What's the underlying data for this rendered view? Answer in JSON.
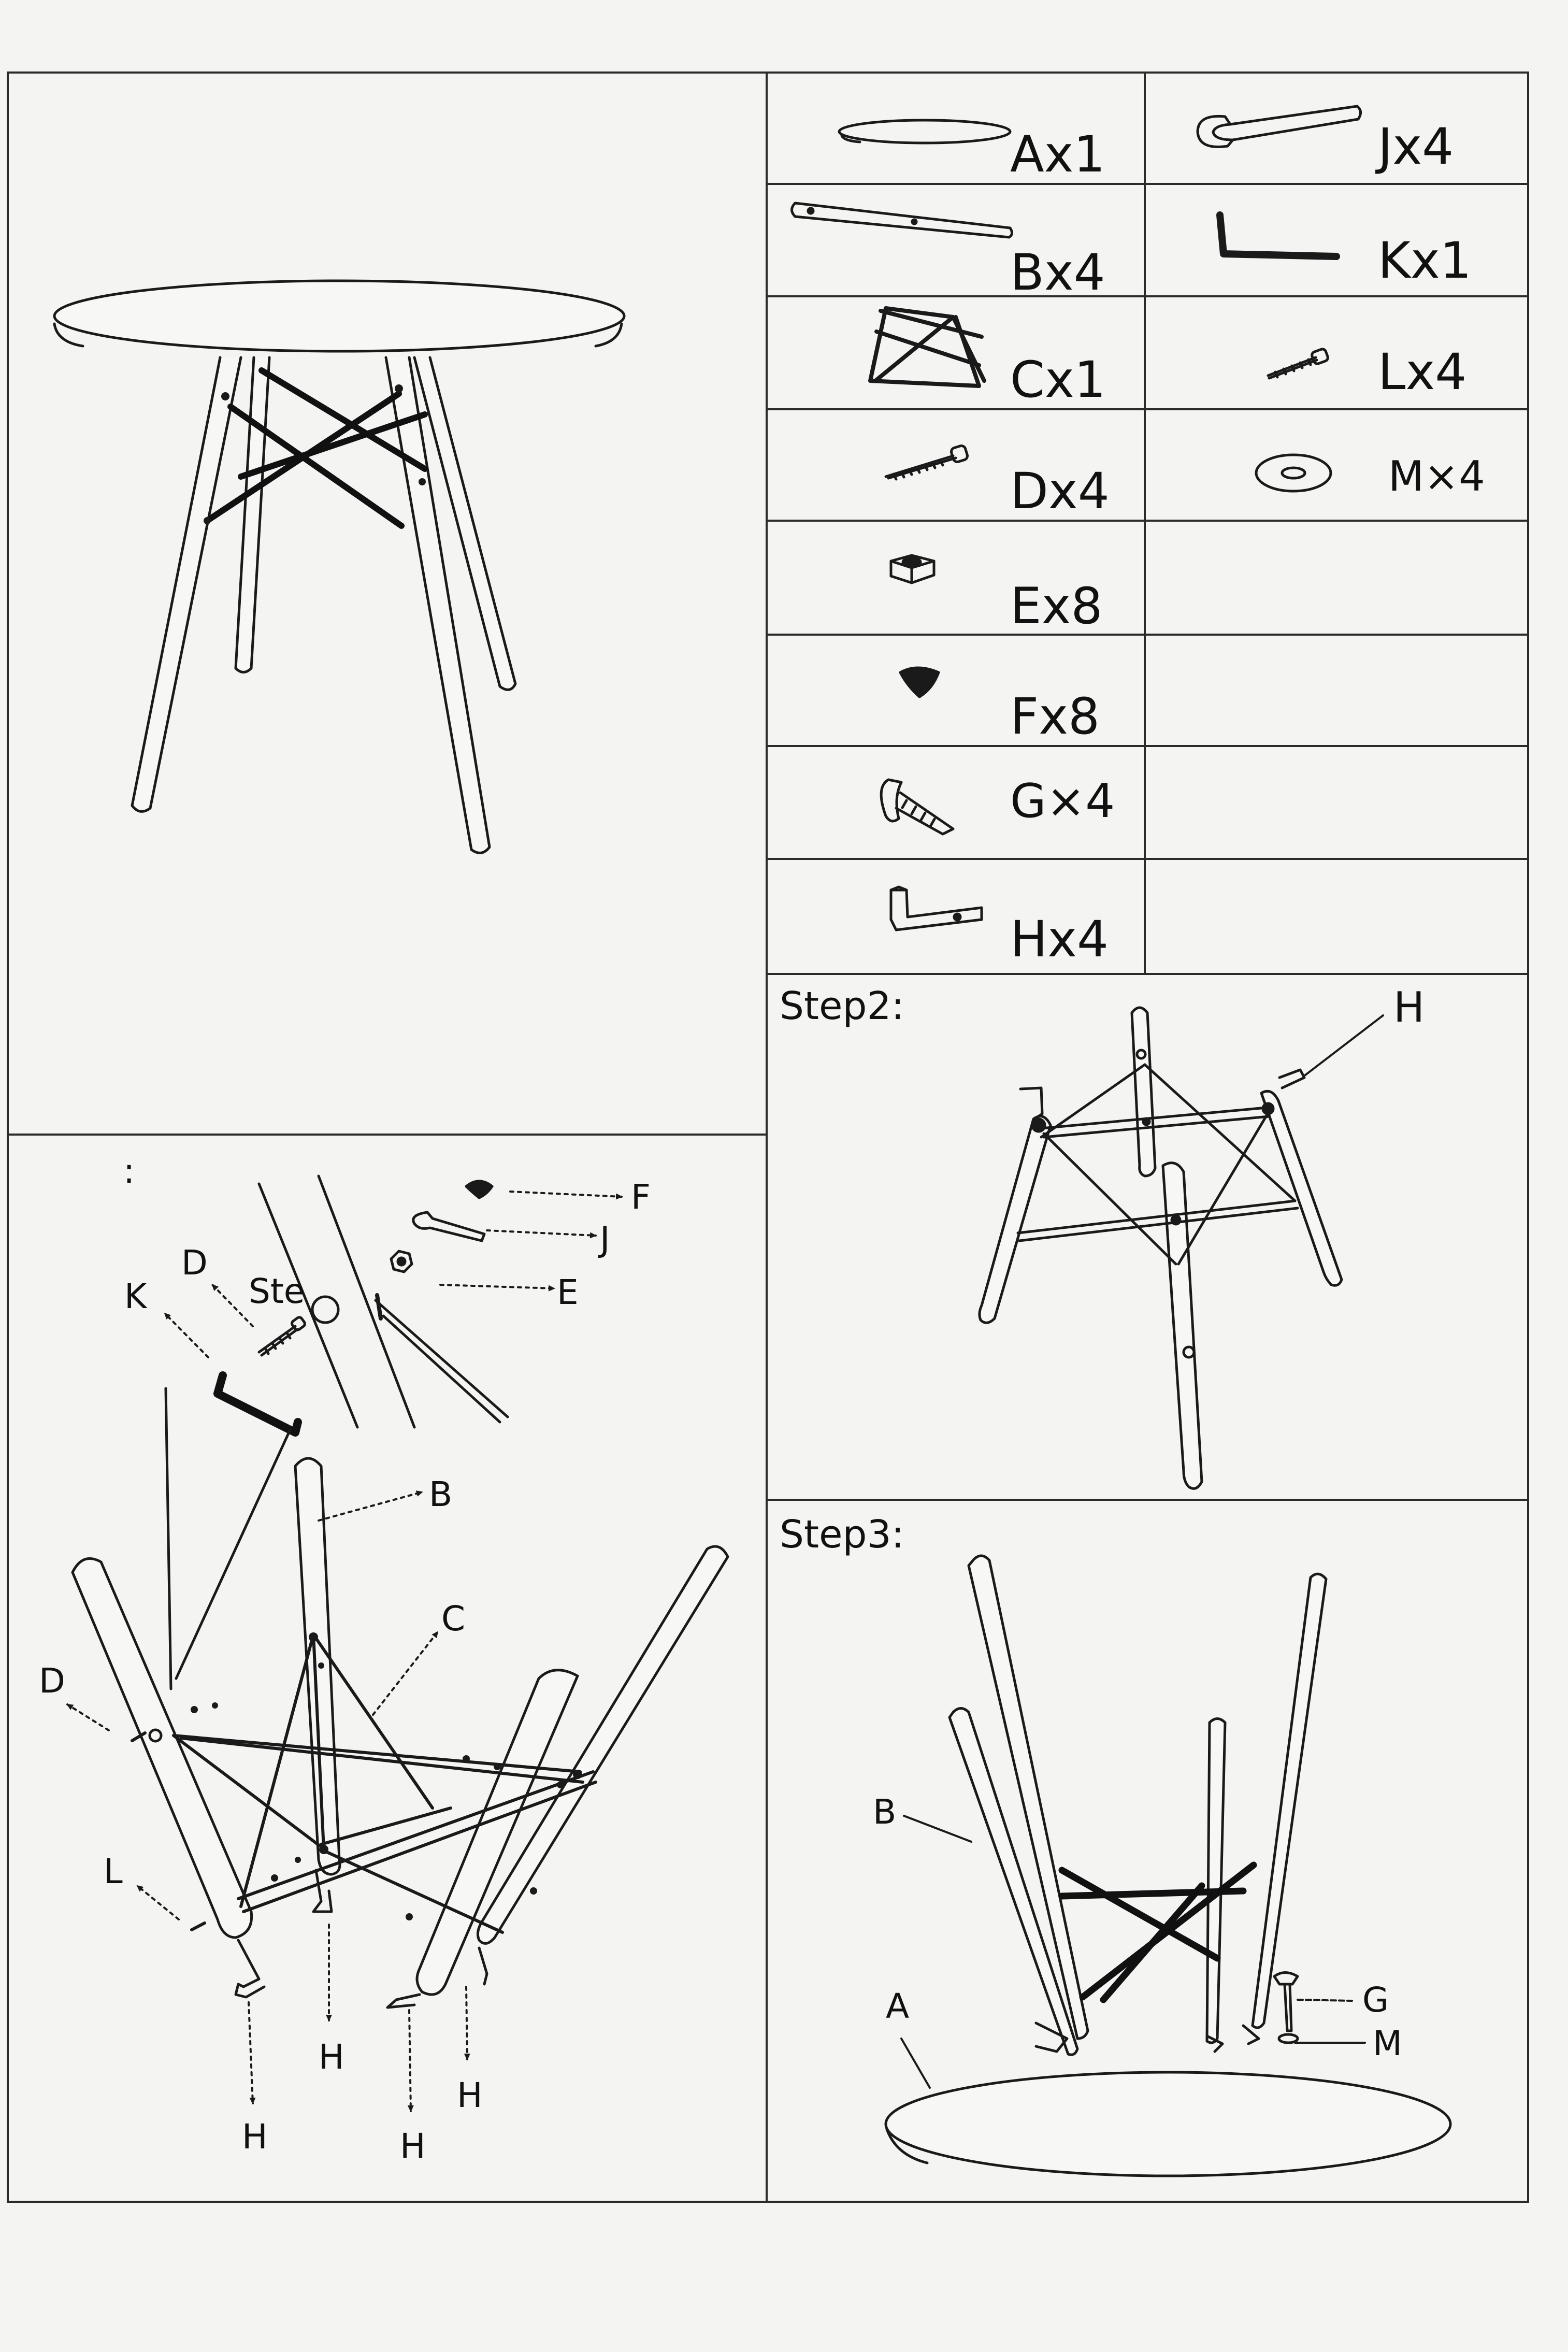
{
  "parts": [
    {
      "code": "Ax1",
      "icon": "round-tabletop-icon"
    },
    {
      "code": "Bx4",
      "icon": "wooden-leg-icon"
    },
    {
      "code": "Cx1",
      "icon": "metal-frame-icon"
    },
    {
      "code": "Dx4",
      "icon": "long-screw-icon"
    },
    {
      "code": "Ex8",
      "icon": "hex-nut-icon"
    },
    {
      "code": "Fx8",
      "icon": "cap-nut-icon"
    },
    {
      "code": "G×4",
      "icon": "mushroom-screw-icon"
    },
    {
      "code": "Hx4",
      "icon": "l-bracket-icon"
    },
    {
      "code": "Jx4",
      "icon": "wrench-icon"
    },
    {
      "code": "Kx1",
      "icon": "allen-key-icon"
    },
    {
      "code": "Lx4",
      "icon": "short-screw-icon"
    },
    {
      "code": "M×4",
      "icon": "washer-icon"
    }
  ],
  "step1": {
    "colon": ":",
    "ste": "Ste",
    "callouts": {
      "F": "F",
      "J": "J",
      "E": "E",
      "D": "D",
      "K": "K",
      "B": "B",
      "C": "C",
      "L": "L",
      "H": "H"
    }
  },
  "step2": {
    "title": "Step2:",
    "callout_h": "H"
  },
  "step3": {
    "title": "Step3:",
    "callouts": {
      "B": "B",
      "A": "A",
      "G": "G",
      "M": "M"
    }
  },
  "colors": {
    "line": "#1a1a1a",
    "paper": "#f4f4f2",
    "frame": "#2b2b2b"
  }
}
